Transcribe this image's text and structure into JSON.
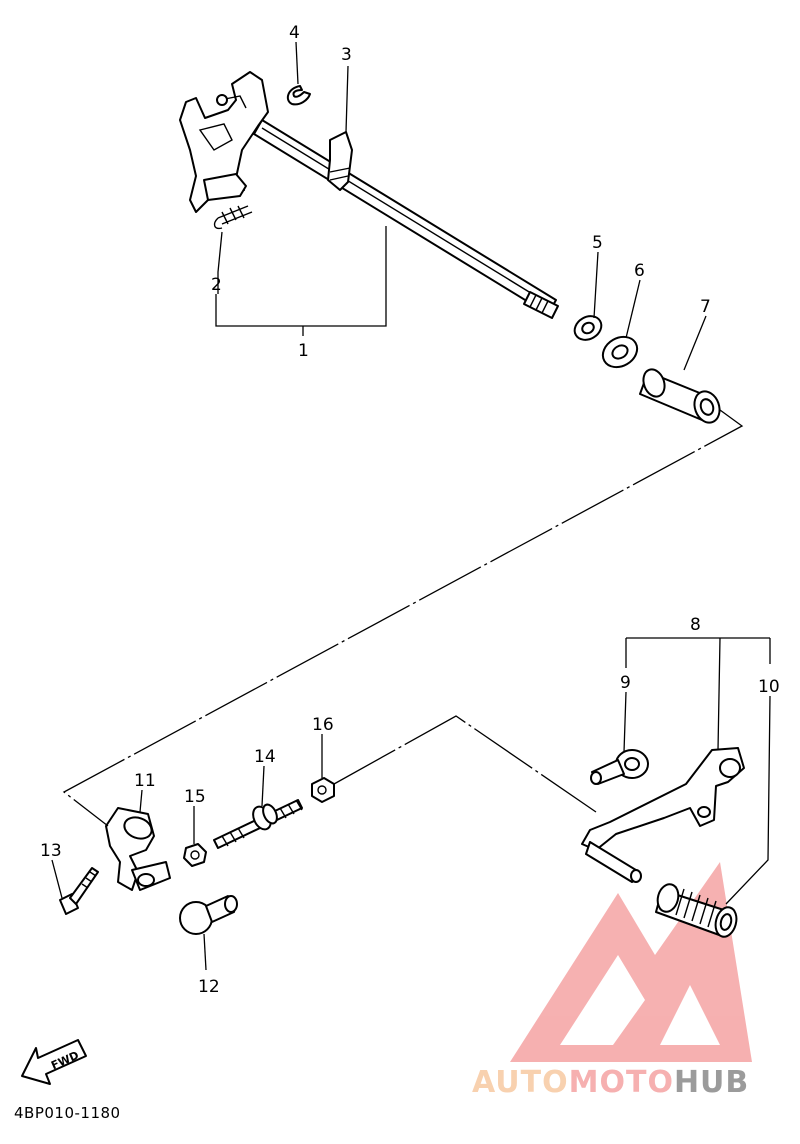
{
  "diagram": {
    "part_code": "4BP010-1180",
    "direction_arrow_label": "FWD",
    "callouts": [
      "1",
      "2",
      "3",
      "4",
      "5",
      "6",
      "7",
      "8",
      "9",
      "10",
      "11",
      "12",
      "13",
      "14",
      "15",
      "16"
    ]
  },
  "watermark": {
    "text_part1": "AUTO",
    "text_part2": "MOTO",
    "text_part3": "HUB",
    "colors": {
      "accent": "#f5a3a3",
      "orange": "#f7c9a2",
      "dark": "#8a8a8a"
    }
  }
}
